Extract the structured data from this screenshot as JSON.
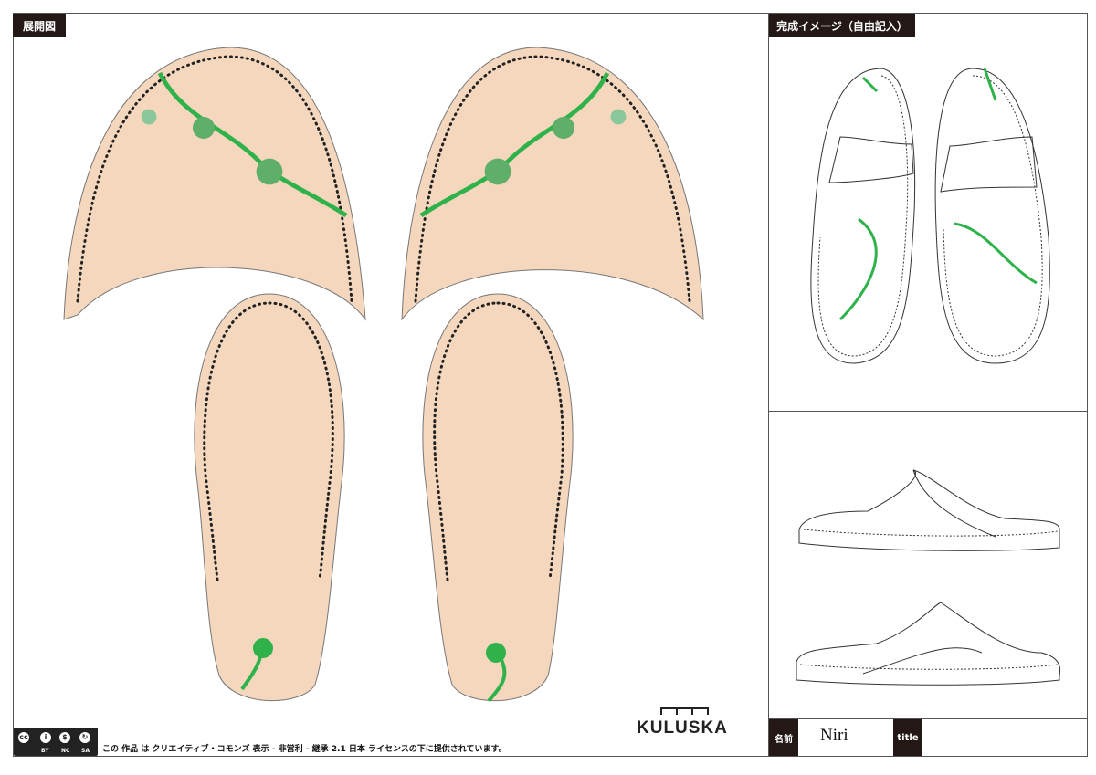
{
  "left_panel": {
    "label": "展開図"
  },
  "right_panel": {
    "label": "完成イメージ（自由記入）"
  },
  "footer": {
    "cc_badges": [
      "BY",
      "NC",
      "SA"
    ],
    "license_text": "この 作品 は クリエイティブ・コモンズ 表示 - 非営利 - 継承 2.1 日本 ライセンスの下に提供されています。",
    "brand": "KULUSKA"
  },
  "name_row": {
    "name_label": "名前",
    "name_value": "Niri",
    "title_label": "title",
    "title_value": ""
  },
  "colors": {
    "leather": "#f4d7bd",
    "vine": "#2fb24a",
    "label_bg": "#231815"
  }
}
